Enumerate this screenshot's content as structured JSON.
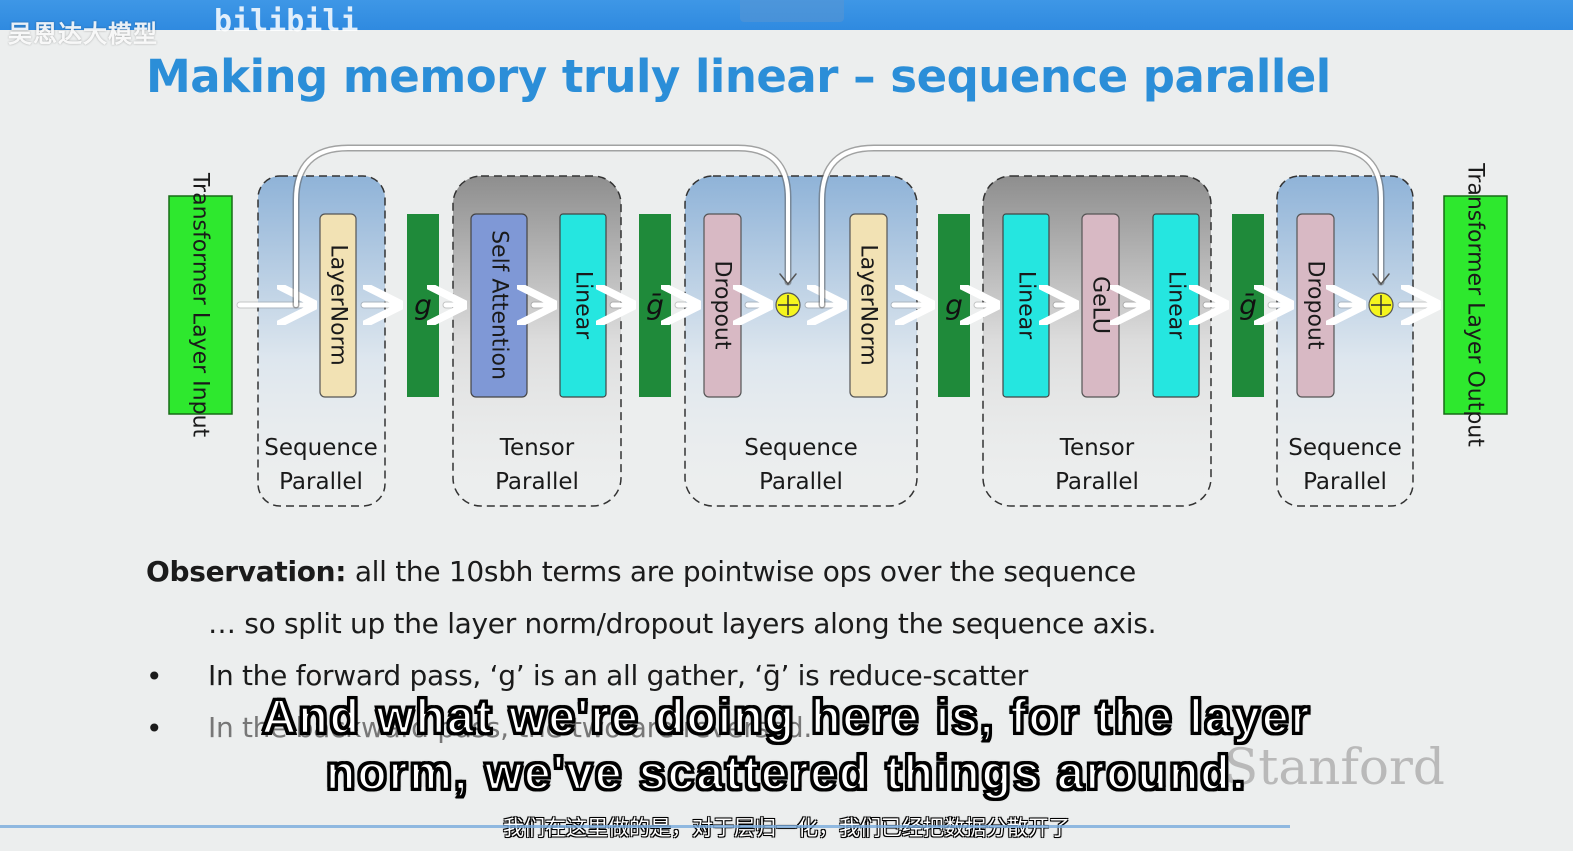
{
  "overlay": {
    "channel_name": "吴恩达大模型",
    "watermark": "bilibili",
    "progress": 0.82
  },
  "slide": {
    "title": "Making memory truly linear – sequence parallel",
    "diagram": {
      "input_label": "Transformer Layer Input",
      "output_label": "Transformer Layer Output",
      "blocks": [
        "LayerNorm",
        "g",
        "Self Attention",
        "Linear",
        "ḡ",
        "Dropout",
        "LayerNorm",
        "g",
        "Linear",
        "GeLU",
        "Linear",
        "ḡ",
        "Dropout"
      ],
      "region_labels": {
        "sequence_l1": "Sequence",
        "sequence_l2": "Parallel",
        "tensor_l1": "Tensor",
        "tensor_l2": "Parallel"
      },
      "colors": {
        "io_green": "#2ee82e",
        "layernorm": "#f2e2b4",
        "g_block": "#1f8a3a",
        "attention": "#7f98d6",
        "linear": "#25e6e0",
        "dropout": "#d8b9c4",
        "gelu": "#d8b9c4",
        "adder": "#f5f51e"
      }
    },
    "observation": {
      "label": "Observation:",
      "text": "all the 10sbh terms are pointwise ops over the sequence",
      "sub": "… so split up the layer norm/dropout layers along the sequence axis.",
      "bullet1": "In the forward pass, ‘g’ is an all gather, ‘ḡ’ is reduce-scatter",
      "bullet2": "In the backward pass, the two are reversed."
    },
    "logo": "Stanford"
  },
  "subtitles": {
    "en_line1": "And what we're doing here is, for the layer",
    "en_line2": "norm, we've scattered things around.",
    "zh": "我们在这里做的是，对于层归一化，我们已经把数据分散开了"
  }
}
